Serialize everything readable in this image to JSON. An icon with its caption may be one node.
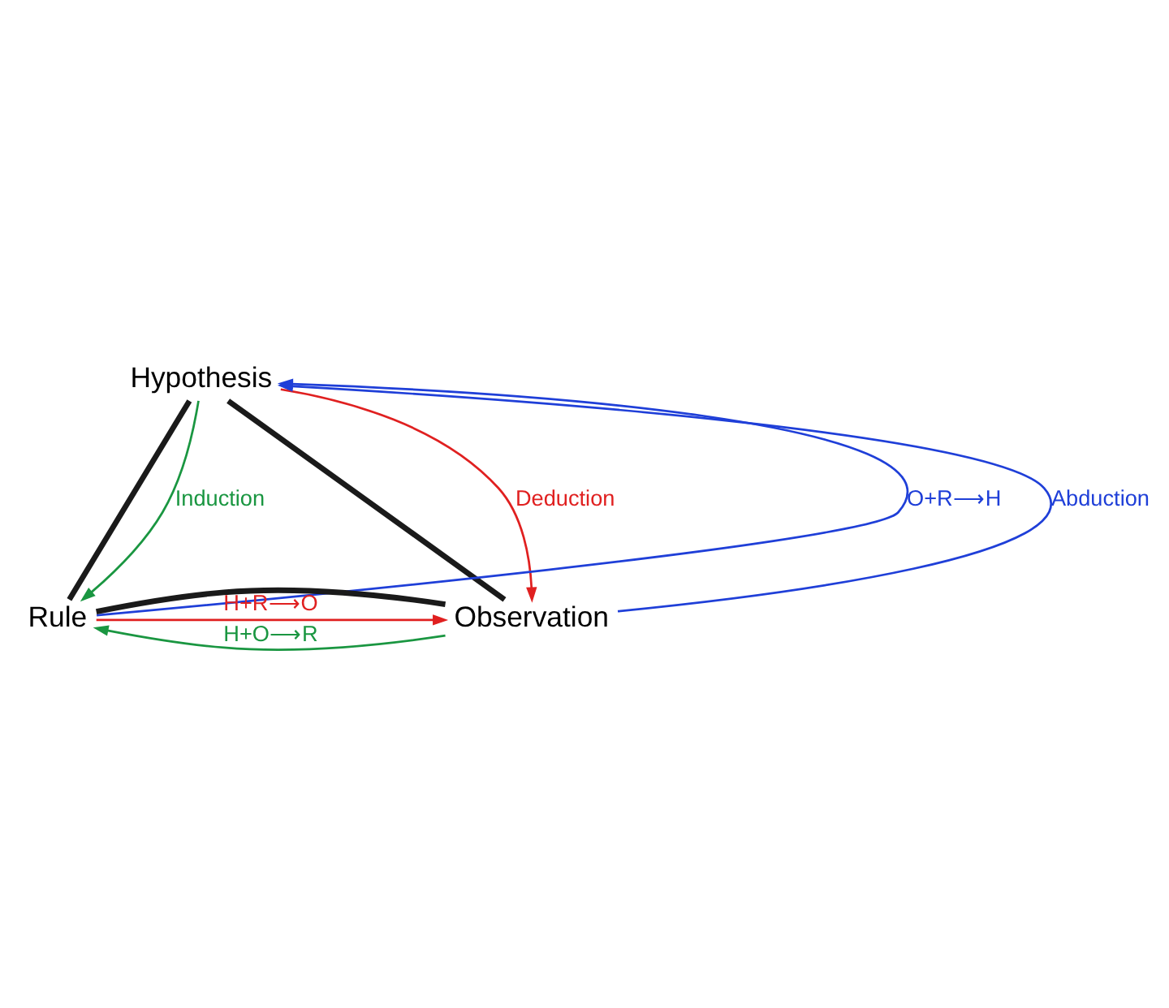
{
  "diagram": {
    "nodes": [
      {
        "text": [
          "Hypothesis"
        ]
      },
      {
        "text": [
          "Rule"
        ]
      },
      {
        "text": [
          "Observation"
        ]
      }
    ],
    "edges": [
      {
        "from": 0,
        "to": 1,
        "arrow": "none",
        "style": "thick",
        "color": "#1a1a1a"
      },
      {
        "from": 0,
        "to": 2,
        "arrow": "none",
        "style": "thick",
        "color": "#1a1a1a"
      },
      {
        "from": 1,
        "to": 2,
        "arrow": "none",
        "style": "thick",
        "color": "#1a1a1a"
      },
      {
        "from": 1,
        "to": 0,
        "arrow": "to",
        "label": "O+R⟶H",
        "color": "#1f3fd8"
      },
      {
        "from": 2,
        "to": 0,
        "arrow": "to",
        "label": "Abduction",
        "color": "#1f3fd8"
      },
      {
        "from": 0,
        "to": 1,
        "arrow": "to",
        "label": "Induction",
        "color": "#1a9641"
      },
      {
        "from": 0,
        "to": 2,
        "arrow": "to",
        "label": "Deduction",
        "color": "#e02020"
      },
      {
        "from": 1,
        "to": 2,
        "arrow": "to",
        "label": "H+R⟶O",
        "color": "#e02020"
      },
      {
        "from": 2,
        "to": 1,
        "arrow": "to",
        "label": "H+O⟶R",
        "color": "#1a9641"
      }
    ]
  }
}
